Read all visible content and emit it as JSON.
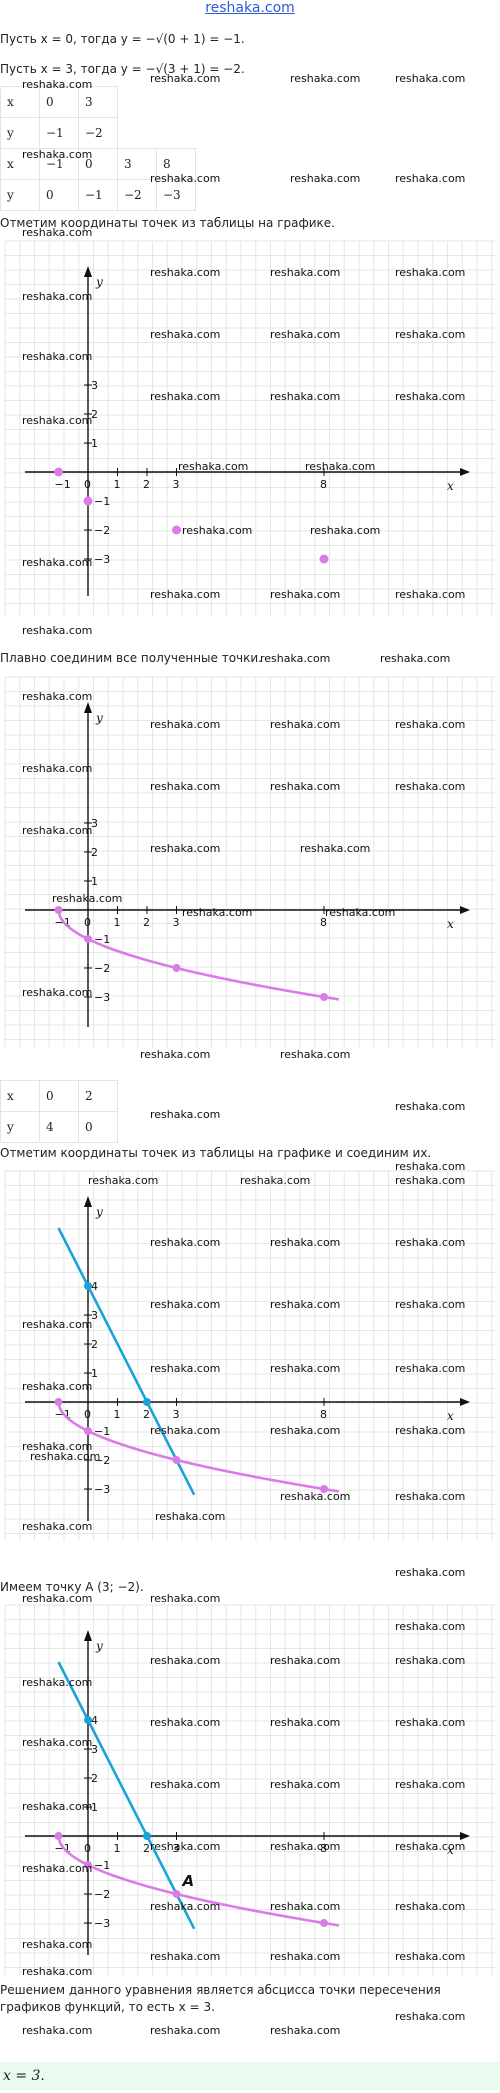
{
  "site": "reshaka.com",
  "lines": {
    "l1": "Пусть x = 0, тогда y = −√(0 + 1) = −1.",
    "l2": "Пусть x = 3, тогда y = −√(3 + 1) = −2.",
    "l3": "Отметим координаты точек из таблицы на графике.",
    "l4": "Плавно соединим все полученные точки.",
    "l5": "Отметим координаты точек из таблицы на графике и соединим их.",
    "l6": "Имеем точку A (3; −2).",
    "l7": "Решением данного уравнения является абсцисса точки пересечения",
    "l8": "графиков функций, то есть x = 3.",
    "answer": "x = 3."
  },
  "table1": {
    "x": [
      "x",
      "0",
      "3"
    ],
    "y": [
      "y",
      "−1",
      "−2"
    ]
  },
  "table2": {
    "x": [
      "x",
      "−1",
      "0",
      "3",
      "8"
    ],
    "y": [
      "y",
      "0",
      "−1",
      "−2",
      "−3"
    ]
  },
  "table3": {
    "x": [
      "x",
      "0",
      "2"
    ],
    "y": [
      "y",
      "4",
      "0"
    ]
  },
  "axis": {
    "x_label": "x",
    "y_label": "y",
    "x_ticks": [
      "−1",
      "0",
      "1",
      "2",
      "3",
      "8"
    ],
    "y_ticks_pos": [
      "1",
      "2",
      "3",
      "4"
    ],
    "y_ticks_neg": [
      "−1",
      "−2",
      "−3"
    ],
    "point_label": "A"
  },
  "colors": {
    "curve": "#d97ce6",
    "line": "#1aa3d9",
    "grid": "#e6e6e6",
    "axis": "#111111"
  },
  "chart_data": [
    {
      "type": "scatter",
      "x": [
        -1,
        0,
        3,
        8
      ],
      "y": [
        0,
        -1,
        -2,
        -3
      ]
    },
    {
      "type": "line",
      "function": "y = -sqrt(x + 1)",
      "x": [
        -1,
        0,
        3,
        8
      ],
      "y": [
        0,
        -1,
        -2,
        -3
      ]
    },
    {
      "type": "line",
      "series": [
        {
          "function": "y = -sqrt(x + 1)",
          "x": [
            -1,
            0,
            3,
            8
          ],
          "y": [
            0,
            -1,
            -2,
            -3
          ]
        },
        {
          "function": "y = 4 - 2x",
          "x": [
            0,
            2
          ],
          "y": [
            4,
            0
          ]
        }
      ]
    },
    {
      "type": "line",
      "series": [
        {
          "function": "y = -sqrt(x + 1)",
          "x": [
            -1,
            0,
            3,
            8
          ],
          "y": [
            0,
            -1,
            -2,
            -3
          ]
        },
        {
          "function": "y = 4 - 2x",
          "x": [
            0,
            2
          ],
          "y": [
            4,
            0
          ]
        }
      ],
      "intersection": {
        "x": 3,
        "y": -2
      }
    }
  ]
}
